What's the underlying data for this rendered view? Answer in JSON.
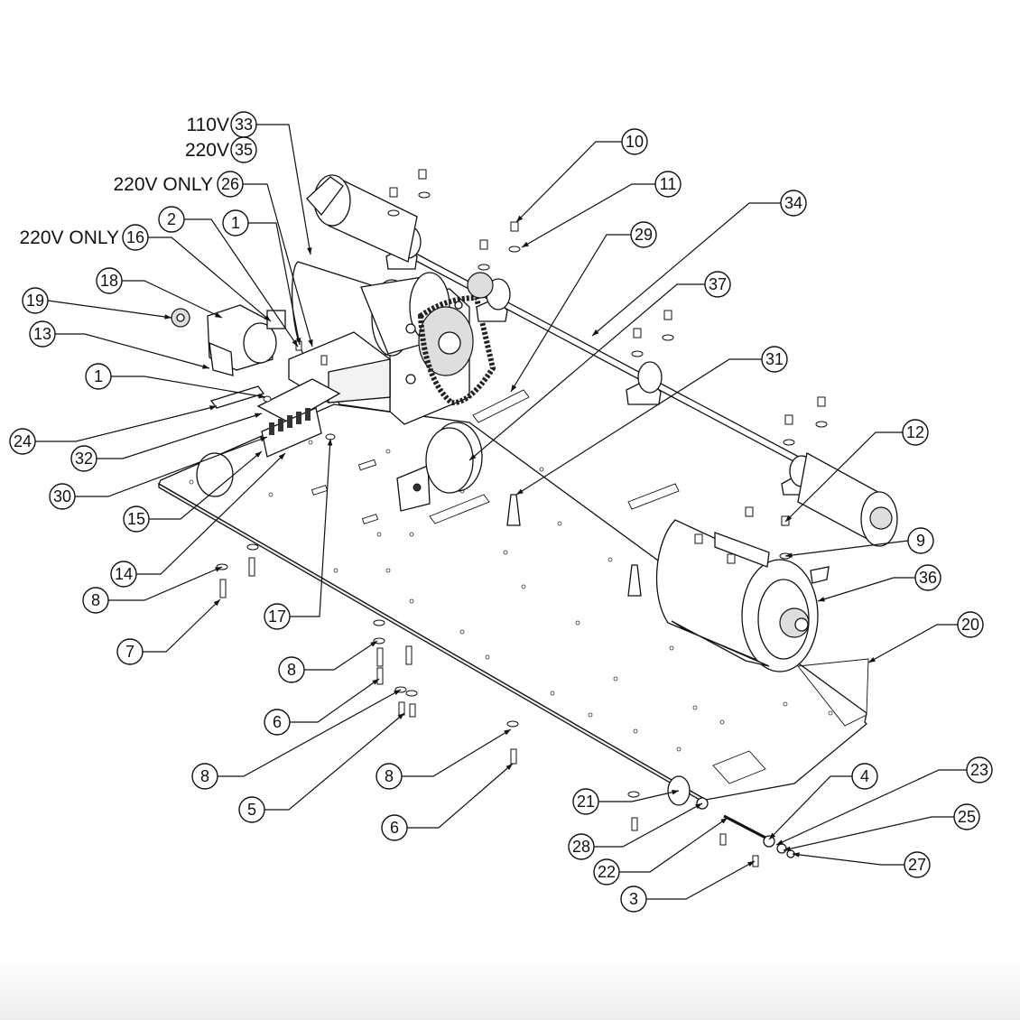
{
  "callouts": [
    {
      "id": "33",
      "prefix": "110V"
    },
    {
      "id": "35",
      "prefix": "220V"
    },
    {
      "id": "26",
      "prefix": "220V ONLY"
    },
    {
      "id": "16",
      "prefix": "220V ONLY"
    },
    {
      "id": "2",
      "prefix": ""
    },
    {
      "id": "1",
      "prefix": ""
    },
    {
      "id": "18",
      "prefix": ""
    },
    {
      "id": "19",
      "prefix": ""
    },
    {
      "id": "13",
      "prefix": ""
    },
    {
      "id": "1",
      "prefix": ""
    },
    {
      "id": "24",
      "prefix": ""
    },
    {
      "id": "32",
      "prefix": ""
    },
    {
      "id": "30",
      "prefix": ""
    },
    {
      "id": "15",
      "prefix": ""
    },
    {
      "id": "14",
      "prefix": ""
    },
    {
      "id": "8",
      "prefix": ""
    },
    {
      "id": "7",
      "prefix": ""
    },
    {
      "id": "17",
      "prefix": ""
    },
    {
      "id": "8",
      "prefix": ""
    },
    {
      "id": "6",
      "prefix": ""
    },
    {
      "id": "8",
      "prefix": ""
    },
    {
      "id": "5",
      "prefix": ""
    },
    {
      "id": "8",
      "prefix": ""
    },
    {
      "id": "6",
      "prefix": ""
    },
    {
      "id": "10",
      "prefix": ""
    },
    {
      "id": "11",
      "prefix": ""
    },
    {
      "id": "34",
      "prefix": ""
    },
    {
      "id": "29",
      "prefix": ""
    },
    {
      "id": "37",
      "prefix": ""
    },
    {
      "id": "31",
      "prefix": ""
    },
    {
      "id": "12",
      "prefix": ""
    },
    {
      "id": "9",
      "prefix": ""
    },
    {
      "id": "36",
      "prefix": ""
    },
    {
      "id": "20",
      "prefix": ""
    },
    {
      "id": "4",
      "prefix": ""
    },
    {
      "id": "23",
      "prefix": ""
    },
    {
      "id": "25",
      "prefix": ""
    },
    {
      "id": "27",
      "prefix": ""
    },
    {
      "id": "21",
      "prefix": ""
    },
    {
      "id": "28",
      "prefix": ""
    },
    {
      "id": "22",
      "prefix": ""
    },
    {
      "id": "3",
      "prefix": ""
    }
  ]
}
